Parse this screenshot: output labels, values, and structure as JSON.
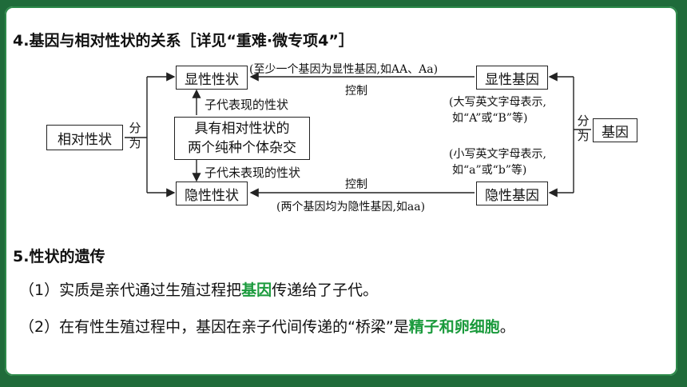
{
  "section4": {
    "title": "4.基因与相对性状的关系［详见“重难·微专项4”］"
  },
  "diagram": {
    "relative_traits": "相对性状",
    "split_left": [
      "分",
      "为"
    ],
    "dominant_trait": "显性性状",
    "recessive_trait": "隐性性状",
    "cross_box_line1": "具有相对性状的",
    "cross_box_line2": "两个纯种个体杂交",
    "offspring_shown": "子代表现的性状",
    "offspring_not_shown": "子代未表现的性状",
    "dominant_gene": "显性基因",
    "recessive_gene": "隐性基因",
    "gene": "基因",
    "split_right": [
      "分",
      "为"
    ],
    "dominant_note": "(至少一个基因为显性基因,如AA、Aa)",
    "recessive_note": "(两个基因均为隐性基因,如aa)",
    "control_top": "控制",
    "control_bottom": "控制",
    "upper_case_note_line1": "(大写英文字母表示,",
    "upper_case_note_line2": "如“A”或“B”等)",
    "lower_case_note_line1": "(小写英文字母表示,",
    "lower_case_note_line2": "如“a”或“b”等)"
  },
  "section5": {
    "title": "5.性状的遗传",
    "item1_prefix": "（1）实质是亲代通过生殖过程把",
    "item1_highlight": "基因",
    "item1_suffix": "传递给了子代。",
    "item2_prefix": "（2）在有性生殖过程中，基因在亲子代间传递的“桥梁”是",
    "item2_highlight": "精子和卵细胞",
    "item2_suffix": "。"
  },
  "colors": {
    "frame": "#1f6b3a",
    "highlight": "#1a9a3c"
  }
}
